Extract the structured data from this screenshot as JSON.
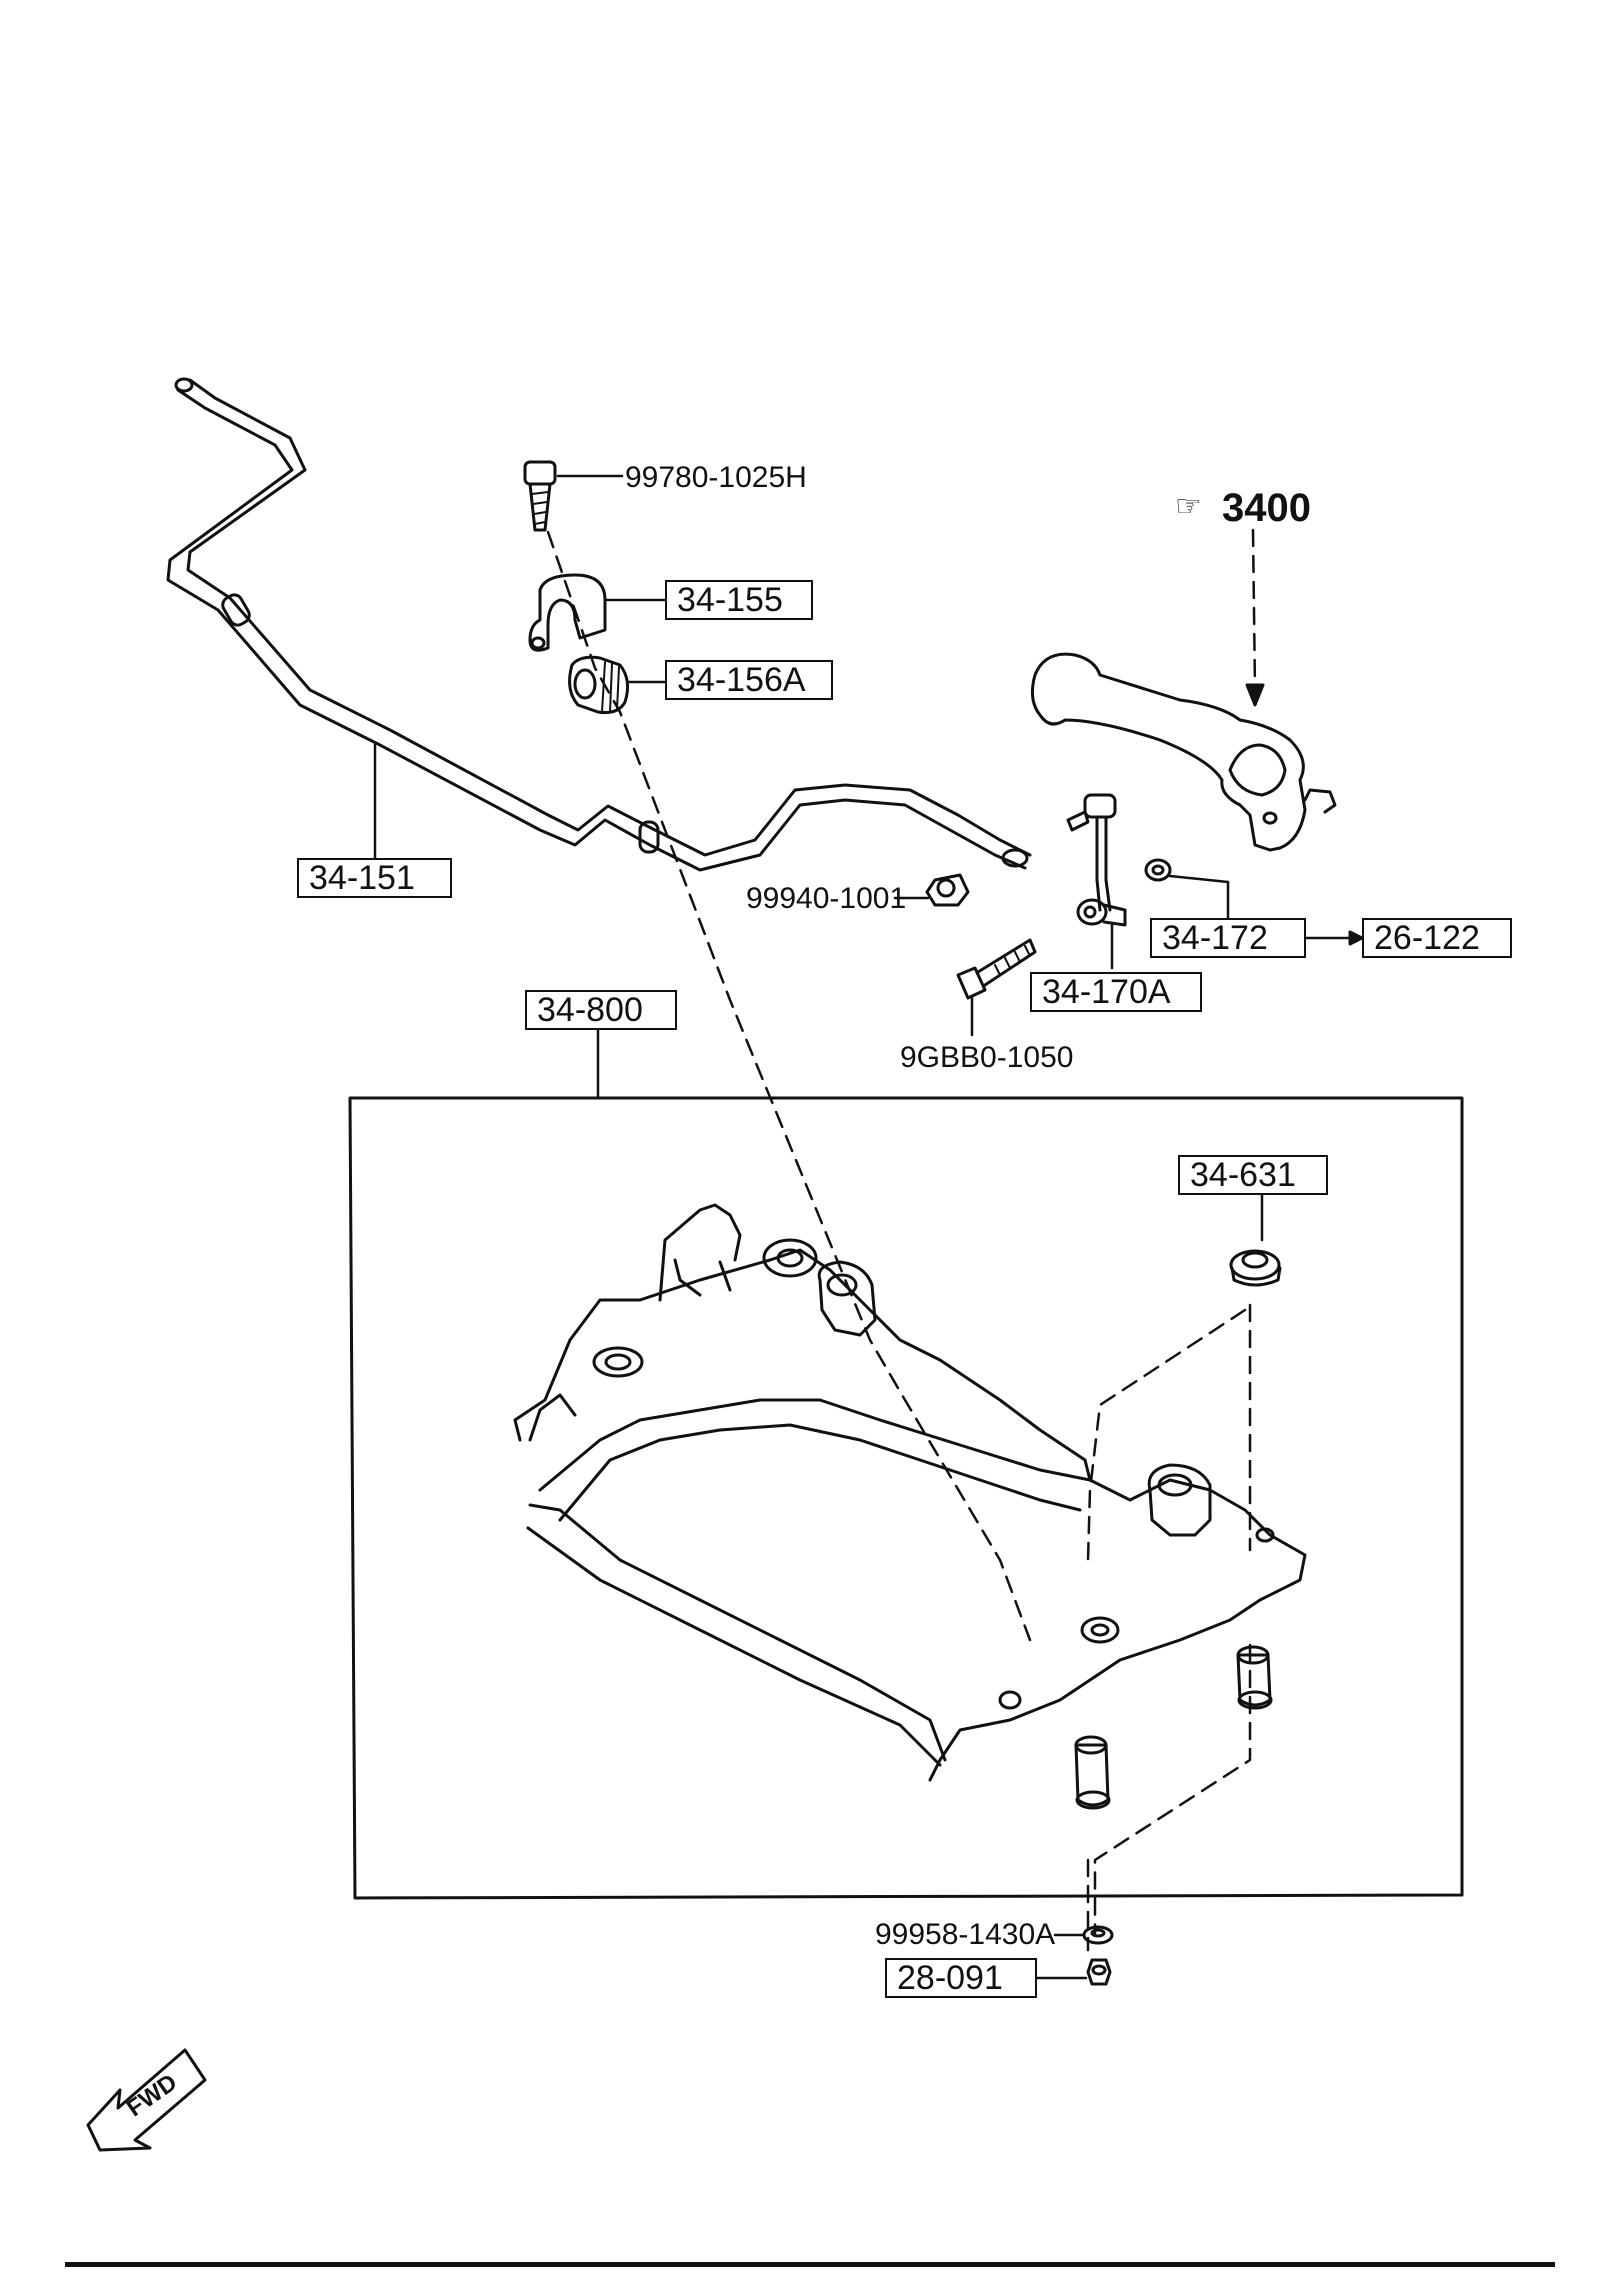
{
  "reference": {
    "number": "3400",
    "icon": "hand-pointer-icon"
  },
  "direction_label": "FWD",
  "callouts": {
    "stabilizer_bar": "34-151",
    "bushing_bracket": "34-155",
    "bushing": "34-156A",
    "link_nut": "34-172",
    "link_target": "26-122",
    "stabilizer_link": "34-170A",
    "crossmember": "34-800",
    "mount_upper": "34-631",
    "mount_nut": "28-091"
  },
  "part_numbers": {
    "bracket_bolt": "99780-1025H",
    "nut": "99940-1001",
    "bolt": "9GBB0-1050",
    "washer": "99958-1430A"
  }
}
